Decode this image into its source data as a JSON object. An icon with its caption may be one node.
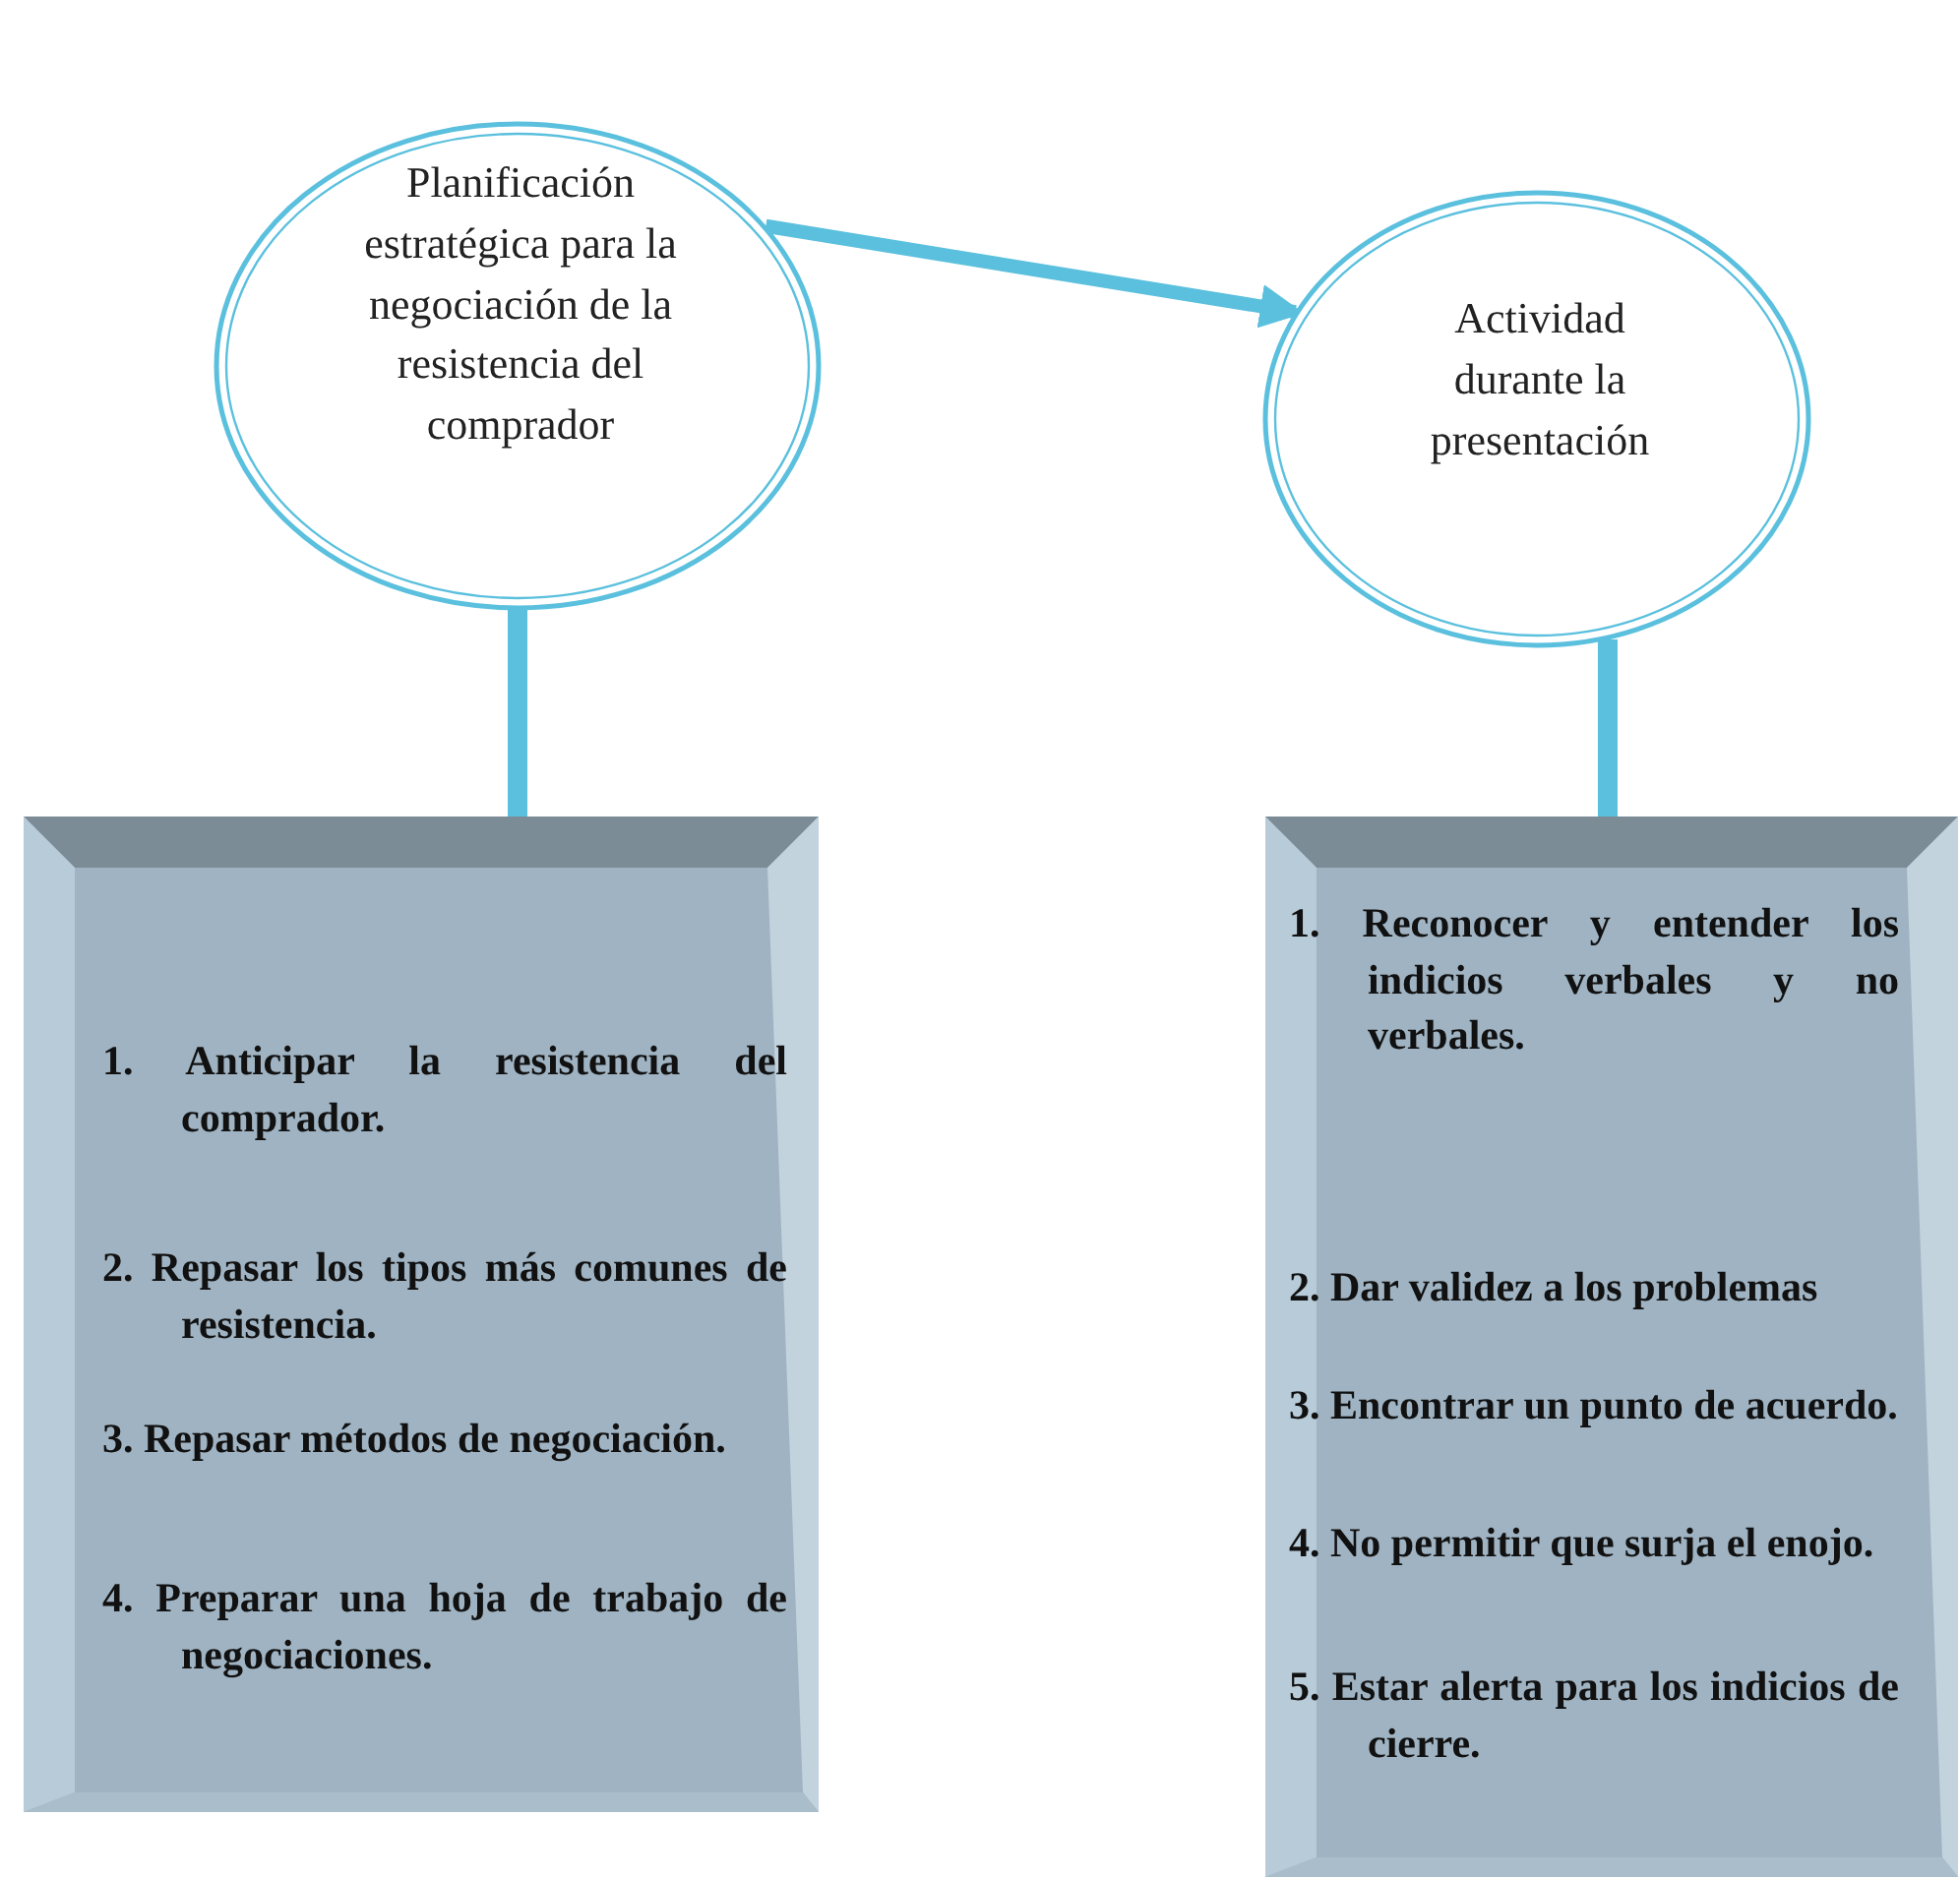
{
  "diagram": {
    "nodes": [
      {
        "text": [
          "Planificación estratégica para la negociación de la resistencia del comprador"
        ]
      },
      {
        "text": [
          "Actividad durante la presentación"
        ]
      },
      {
        "text": [
          "1. Anticipar la resistencia del comprador.",
          "2. Repasar los tipos más comunes de resistencia.",
          "3. Repasar métodos de negociación.",
          "4. Preparar una hoja de trabajo de negociaciones."
        ]
      },
      {
        "text": [
          "1. Reconocer y entender los indicios verbales y no verbales.",
          "2. Dar validez a los problemas",
          "3. Encontrar un punto de acuerdo.",
          "4. No permitir que surja el enojo.",
          "5. Estar alerta para los indicios de cierre."
        ]
      }
    ],
    "edges": [
      {
        "from": 0,
        "to": 1,
        "arrow": "to"
      },
      {
        "from": 0,
        "to": 2,
        "arrow": "none"
      },
      {
        "from": 1,
        "to": 3,
        "arrow": "none"
      }
    ]
  }
}
